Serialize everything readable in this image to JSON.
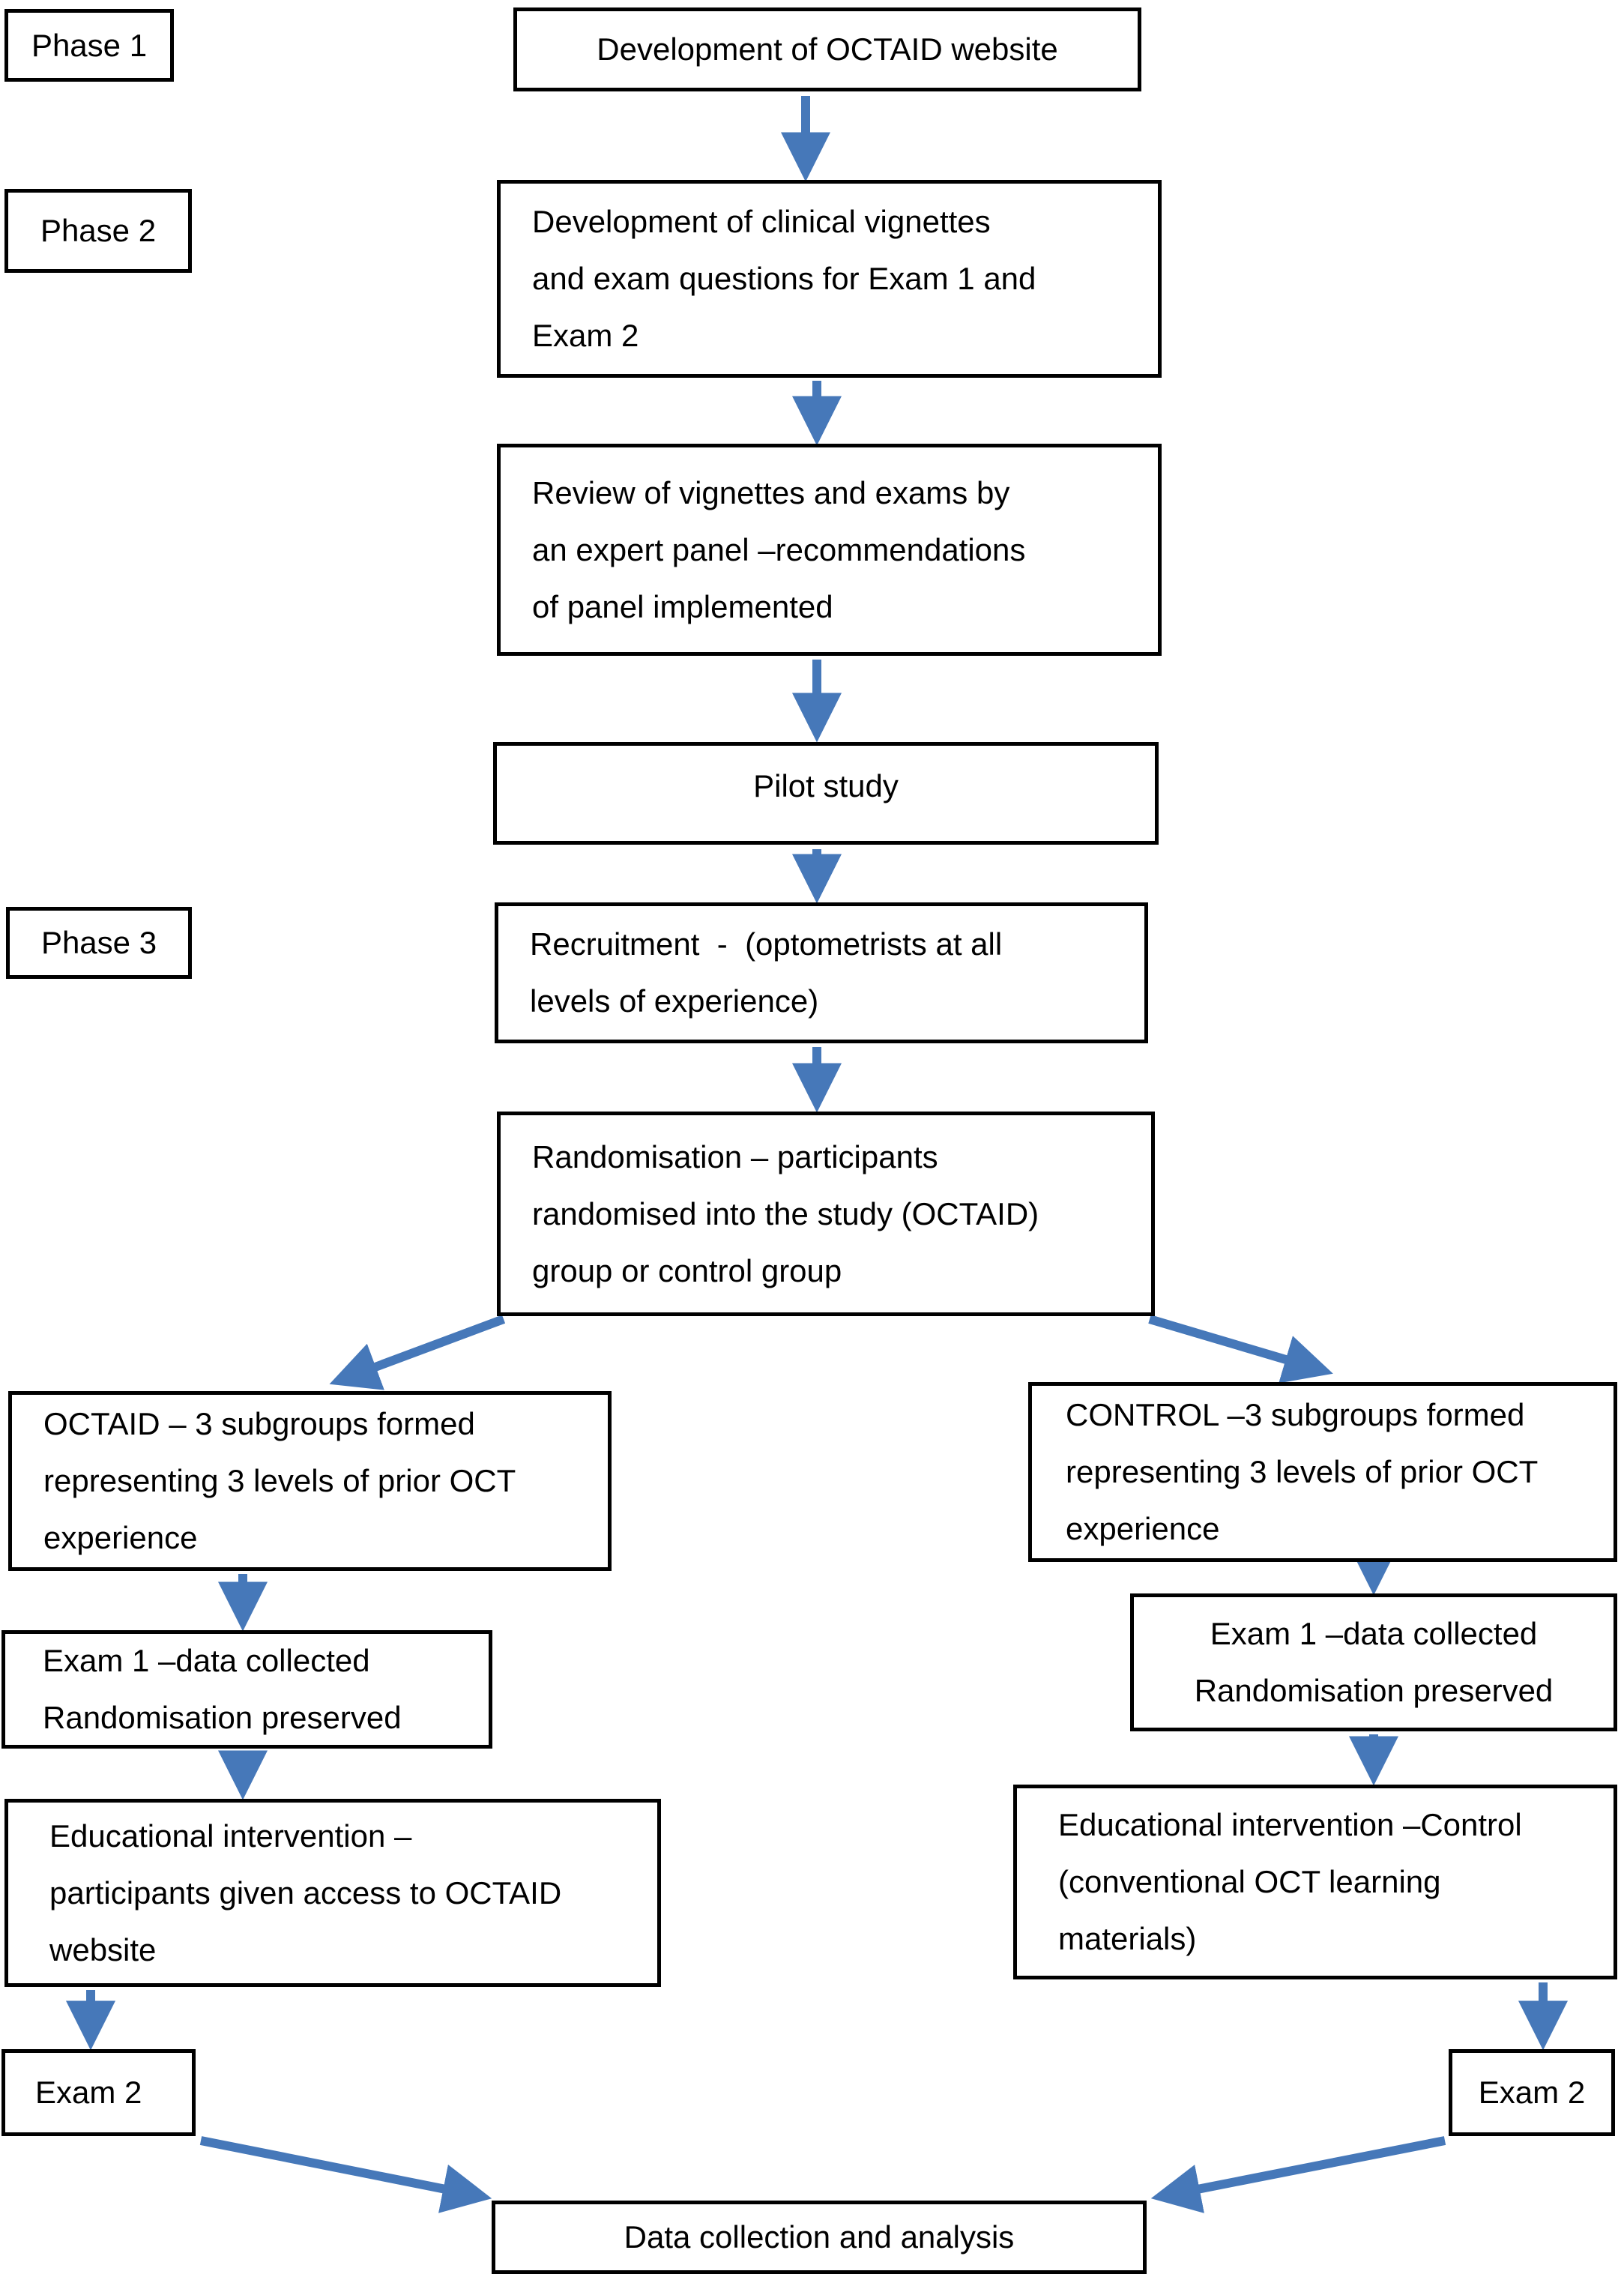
{
  "colors": {
    "arrow": "#4678b9",
    "border": "#000000",
    "background": "#ffffff",
    "text": "#000000"
  },
  "nodes": {
    "phase1": {
      "lines": [
        "Phase 1"
      ]
    },
    "phase2": {
      "lines": [
        "Phase 2"
      ]
    },
    "phase3": {
      "lines": [
        "Phase 3"
      ]
    },
    "dev_website": {
      "lines": [
        "Development of OCTAID website"
      ]
    },
    "dev_vignettes": {
      "lines": [
        "Development of clinical vignettes",
        "and exam questions for Exam 1 and",
        "Exam 2"
      ]
    },
    "review_panel": {
      "lines": [
        "Review of vignettes and exams by",
        "an expert panel –recommendations",
        "of panel implemented"
      ]
    },
    "pilot_study": {
      "lines": [
        "Pilot study"
      ]
    },
    "recruitment": {
      "lines": [
        "Recruitment  -  (optometrists at all",
        "levels of experience)"
      ]
    },
    "randomisation": {
      "lines": [
        "Randomisation – participants",
        "randomised into the study (OCTAID)",
        "group or control group"
      ]
    },
    "octaid_group": {
      "lines": [
        "OCTAID – 3 subgroups formed",
        "representing 3 levels of prior OCT",
        "experience"
      ]
    },
    "control_group": {
      "lines": [
        "CONTROL –3 subgroups formed",
        "representing 3 levels of prior OCT",
        "experience"
      ]
    },
    "exam1_octaid": {
      "lines": [
        "Exam 1 –data collected",
        "Randomisation preserved"
      ]
    },
    "exam1_control": {
      "lines": [
        "Exam 1 –data collected",
        "Randomisation preserved"
      ]
    },
    "intervention_octaid": {
      "lines": [
        "Educational intervention –",
        "participants given access to OCTAID",
        "website"
      ]
    },
    "intervention_control": {
      "lines": [
        "Educational intervention –Control",
        "(conventional OCT learning",
        "materials)"
      ]
    },
    "exam2_octaid": {
      "lines": [
        "Exam 2"
      ]
    },
    "exam2_control": {
      "lines": [
        "Exam 2"
      ]
    },
    "data_collection": {
      "lines": [
        "Data collection and analysis"
      ]
    }
  }
}
